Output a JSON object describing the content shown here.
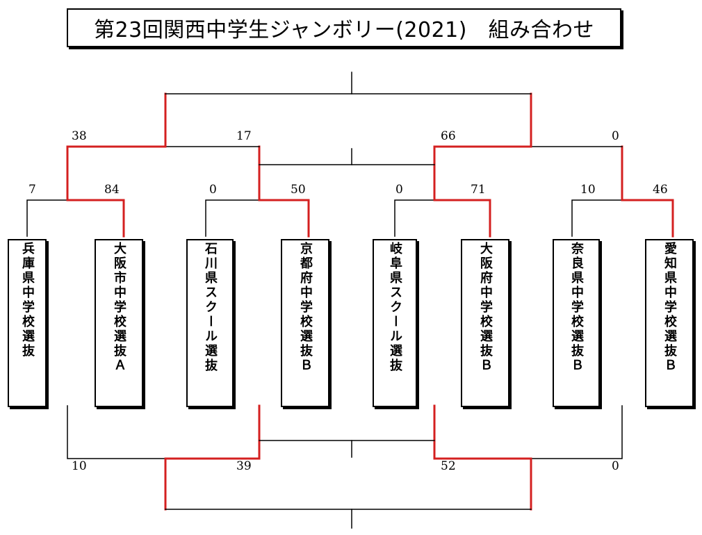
{
  "title": "第23回関西中学生ジャンボリー(2021)　組み合わせ",
  "colors": {
    "winner_line": "#d42020",
    "line": "#000000"
  },
  "teams": [
    {
      "name": "兵庫県中学校選抜"
    },
    {
      "name": "大阪市中学校選抜Ａ"
    },
    {
      "name": "石川県スクール選抜"
    },
    {
      "name": "京都府中学校選抜Ｂ"
    },
    {
      "name": "岐阜県スクール選抜"
    },
    {
      "name": "大阪府中学校選抜Ｂ"
    },
    {
      "name": "奈良県中学校選抜Ｂ"
    },
    {
      "name": "愛知県中学校選抜Ｂ"
    }
  ],
  "upper_bracket": {
    "round1": [
      {
        "scores": [
          "7",
          "84"
        ],
        "winner": 1
      },
      {
        "scores": [
          "0",
          "50"
        ],
        "winner": 1
      },
      {
        "scores": [
          "0",
          "71"
        ],
        "winner": 1
      },
      {
        "scores": [
          "10",
          "46"
        ],
        "winner": 1
      }
    ],
    "round2": [
      {
        "scores": [
          "38",
          "17"
        ],
        "winner": 0
      },
      {
        "scores": [
          "66",
          "0"
        ],
        "winner": 0
      }
    ]
  },
  "lower_bracket": {
    "round1": [
      {
        "scores": [
          "10",
          "39"
        ],
        "winner": 1
      },
      {
        "scores": [
          "52",
          "0"
        ],
        "winner": 0
      }
    ]
  }
}
